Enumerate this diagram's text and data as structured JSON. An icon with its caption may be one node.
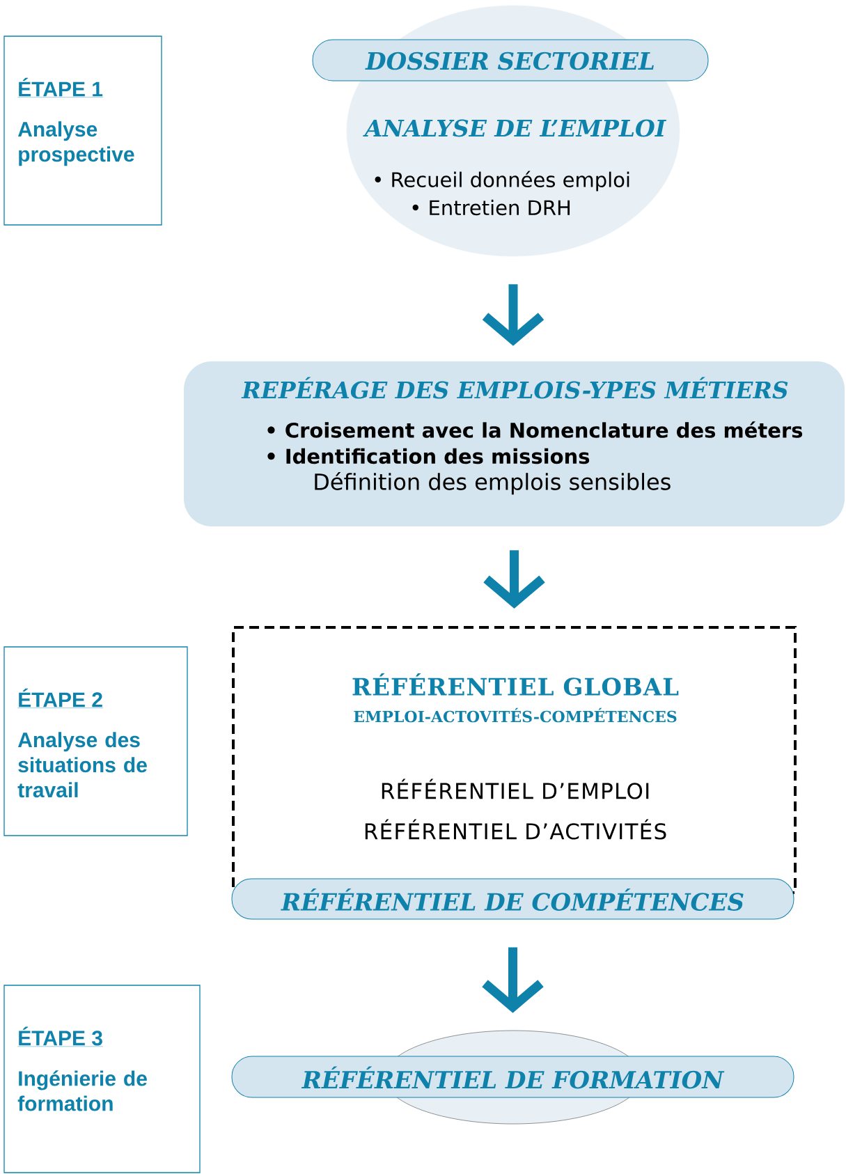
{
  "diagram": {
    "nodes": [
      {
        "text": [
          "ÉTAPE 1",
          "Analyse prospective"
        ]
      },
      {
        "text": [
          "ANALYSE DE L’EMPLOI",
          "• Recueil données emploi",
          "• Entretien DRH"
        ]
      },
      {
        "text": [
          "DOSSIER SECTORIEL"
        ]
      },
      {
        "text": [
          "REPÉRAGE DES EMPLOIS-YPES MÉTIERS",
          "• Croisement avec la Nomenclature des méters",
          "• Identification des missions",
          "Définition des emplois sensibles"
        ]
      },
      {
        "text": [
          "ÉTAPE 2",
          "Analyse des situations de travail"
        ]
      },
      {
        "text": [
          "RÉFÉRENTIEL GLOBAL",
          "EMPLOI-ACTOVITÉS-COMPÉTENCES",
          "RÉFÉRENTIEL D’EMPLOI",
          "RÉFÉRENTIEL D’ACTIVITÉS"
        ]
      },
      {
        "text": [
          "RÉFÉRENTIEL DE COMPÉTENCES"
        ]
      },
      {
        "text": [
          "ÉTAPE 3",
          "Ingénierie de formation"
        ]
      },
      {
        "text": [
          "RÉFÉRENTIEL DE FORMATION"
        ]
      }
    ],
    "edges": [
      {
        "from": 1,
        "to": 3,
        "arrow": "to"
      },
      {
        "from": 3,
        "to": 5,
        "arrow": "to"
      },
      {
        "from": 6,
        "to": 8,
        "arrow": "to"
      }
    ]
  }
}
